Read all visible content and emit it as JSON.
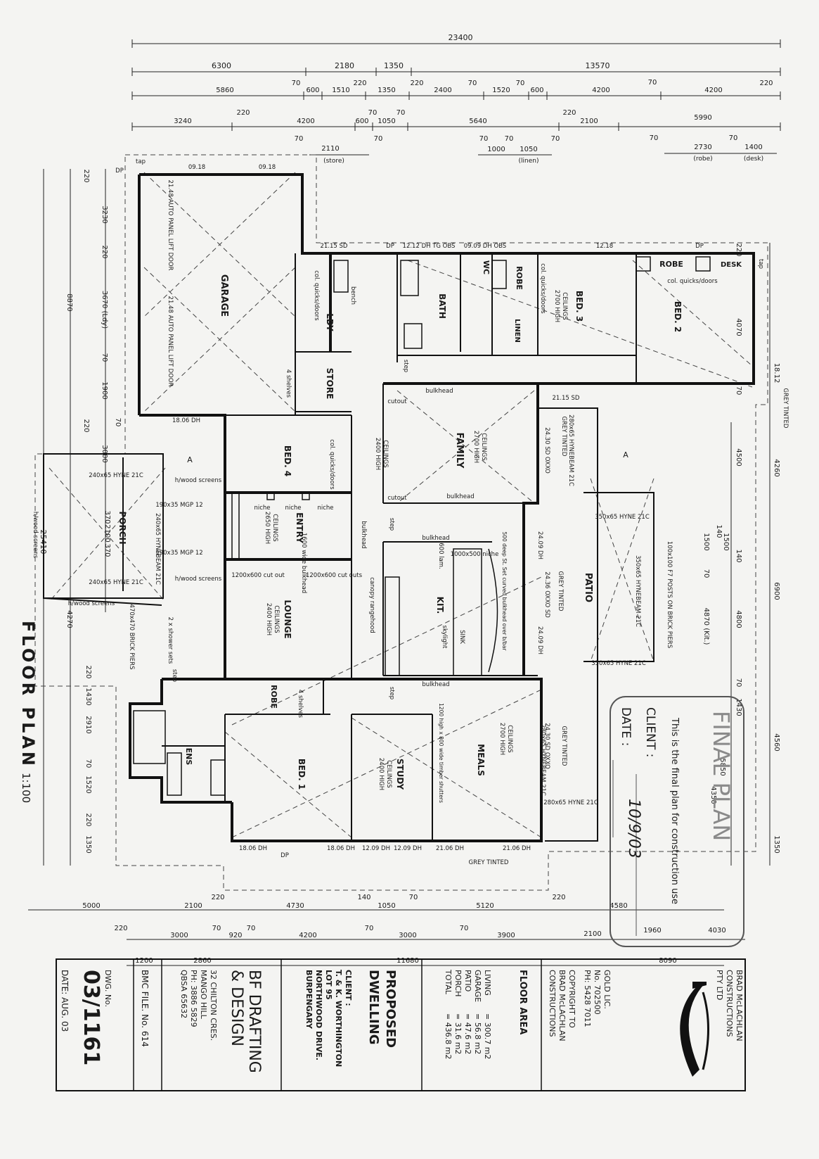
{
  "colors": {
    "paper": "#f4f4f2",
    "ink": "#1a1a1a"
  },
  "dims": {
    "total": "23400",
    "r1": [
      "6300",
      "2180",
      "1350",
      "13570"
    ],
    "r2": [
      "5860",
      "70",
      "600",
      "1510",
      "220",
      "1350",
      "220",
      "2400",
      "70",
      "1520",
      "70",
      "600",
      "4200",
      "70",
      "4200",
      "220"
    ],
    "r3": [
      "3240",
      "220",
      "4200",
      "600",
      "70",
      "1050",
      "70",
      "5640",
      "220",
      "2100",
      "5990"
    ],
    "r4": [
      "70",
      "2110",
      "(store)",
      "70",
      "70",
      "1000",
      "70",
      "1050",
      "(linen)",
      "70",
      "70",
      "2730",
      "(robe)",
      "70",
      "1400",
      "(desk)"
    ],
    "left_outer": "25410",
    "left1": [
      "8870",
      "4270",
      "220",
      "1430",
      "2910",
      "70",
      "1520",
      "220",
      "1350"
    ],
    "left2": [
      "220",
      "3230",
      "220",
      "3670 (Ldy)",
      "70",
      "1900",
      "70",
      "220",
      "3000",
      "370",
      "2100",
      "370"
    ],
    "right1": [
      "220",
      "4070",
      "70",
      "18.12",
      "4260",
      "6900",
      "4560",
      "1350"
    ],
    "right2": [
      "4500",
      "140",
      "1500",
      "70",
      "1500",
      "140",
      "4800",
      "4870 (Kit.)",
      "70",
      "1430",
      "5850",
      "4350"
    ],
    "b1": [
      "5000",
      "2100",
      "220",
      "4730",
      "140",
      "1050",
      "70",
      "5120",
      "220",
      "4580"
    ],
    "b2": [
      "220",
      "3000",
      "70",
      "920",
      "70",
      "4200",
      "70",
      "3000",
      "70",
      "3900",
      "2100",
      "1960",
      "4030"
    ],
    "b3": [
      "1200",
      "2860",
      "11680",
      "8090"
    ]
  },
  "rooms": {
    "garage": "GARAGE",
    "ldy": "LDY",
    "store": "STORE",
    "bath": "BATH",
    "wc": "WC",
    "robe": "ROBE",
    "linen": "LINEN",
    "bed3": "BED. 3",
    "bed2": "BED. 2",
    "bed4": "BED. 4",
    "family": "FAMILY",
    "entry": "ENTRY",
    "porch": "PORCH",
    "lounge": "LOUNGE",
    "kit": "KIT.",
    "patio": "PATIO",
    "meals": "MEALS",
    "study": "STUDY",
    "bed1": "BED. 1",
    "ens": "ENS",
    "robe2": "ROBE",
    "desk": "DESK"
  },
  "notes": {
    "lift1": "21.48 AUTO PANEL LIFT DOOR",
    "lift2": "21.48 AUTO PANEL LIFT DOOR",
    "h2700": "2700 HIGH",
    "h2400": "2400 HIGH",
    "h2650": "2650 HIGH",
    "ceil": "CEILINGS",
    "colq": "col. quicks/doors",
    "bulkhead": "bulkhead",
    "cutout": "cutout",
    "niche": "niche",
    "mgp": "190x35 MGP 12",
    "hyne1": "240x65 HYNE 21C",
    "hyne2": "350x65 HYNE 21C",
    "hynebeam": "280x65 HYNEBEAM 21C",
    "hynebeam2": "350x65 HYNEBEAM 21C",
    "hynebeam3": "240x65 HYNEBEAM 21C",
    "hyne280": "280x65 HYNE 21C",
    "posts": "100x100 F7 POSTS ON BRICK PIERS",
    "piers": "470x470 BRICK PIERS",
    "hwood": "h/wood screens",
    "grey": "GREY TINTED",
    "sd2115": "21.15 SD",
    "sd2430": "24.30 SD OXXO",
    "sd2436": "24.36 OXXO SD",
    "dh1806": "18.06 DH",
    "dh1209": "12.09 DH",
    "dh2106": "21.06 DH",
    "dh2409": "24.09 DH",
    "tg1212": "12.12 DH TG OBS",
    "tg0909": "09.09 DH OBS",
    "d1218": "12.18",
    "d0918": "09.18",
    "canopy": "canopy rangehood",
    "skylight": "skylight",
    "sink": "SINK",
    "shutters": "1200 high x 800 wide timber shutters",
    "bench": "bench",
    "step": "step",
    "tap": "tap",
    "dp": "DP",
    "wide1600": "1600 wide bulkhead",
    "cut1200": "1200x600 cut out",
    "cut1200b": "1200x600 cut outs",
    "wide1000": "1000x500 niche",
    "curved": "500 deep St. Set curved bulkhead over b/bar",
    "lam": "600 lam.",
    "shelves": "4 shelves",
    "shower": "2 x shower sets",
    "a_mark": "A"
  },
  "stamp": {
    "line1": "This is the final plan for construction use",
    "client": "CLIENT :",
    "date": "DATE :",
    "signature": "10/9/03",
    "final": "FINAL PLAN"
  },
  "title_block": {
    "plan_title": "FLOOR PLAN",
    "scale": "1:100",
    "company": [
      "BRAD McLACHLAN",
      "CONSTRUCTIONS",
      "PTY LTD"
    ],
    "gold": [
      "GOLD LIC.",
      "No. 702500",
      "PH: 5428 7011"
    ],
    "copyright": [
      "COPYRIGHT TO",
      "BRAD McLACHLAN",
      "CONSTRUCTIONS"
    ],
    "area_title": "FLOOR AREA",
    "areas": [
      {
        "label": "LIVING",
        "value": "= 300.7 m2"
      },
      {
        "label": "GARAGE",
        "value": "= 56.8 m2"
      },
      {
        "label": "PATIO",
        "value": "= 47.6 m2"
      },
      {
        "label": "PORCH",
        "value": "= 31.6 m2"
      },
      {
        "label": "TOTAL",
        "value": "= 436.8 m2"
      }
    ],
    "project": [
      "PROPOSED",
      "DWELLING"
    ],
    "client": [
      "CLIENT :",
      "T. & K. WORTHINGTON",
      "LOT 95",
      "NORTHWOOD DRIVE.",
      "BURPENGARY"
    ],
    "drafter": [
      "BF DRAFTING",
      "& DESIGN"
    ],
    "drafter_addr": [
      "32 CHILTON CRES.",
      "MANGO HILL",
      "PH: 3886 5829",
      "QBSA 65632"
    ],
    "file": "BMC FILE. No. 614",
    "dwg_label": "DWG. No.",
    "dwg": "03/1161",
    "date": "DATE: AUG. 03"
  }
}
